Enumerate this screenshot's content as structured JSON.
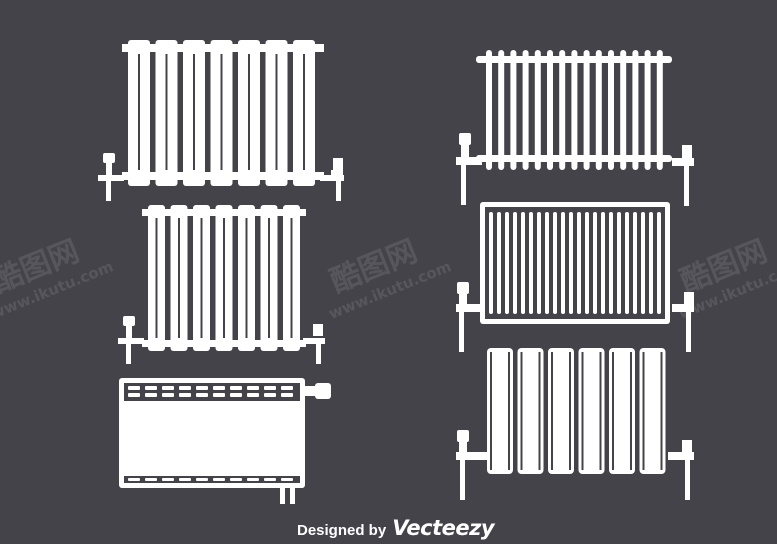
{
  "watermark": {
    "brand": "酷图网",
    "url": "www.ikutu.com"
  },
  "credit": {
    "prefix": "Designed by",
    "brand": "Vecteezy"
  },
  "colors": {
    "background": "#45434a",
    "artwork": "#ffffff"
  },
  "illustrations": [
    "radiator-tall-sections",
    "radiator-medium-sections",
    "radiator-panel-convector",
    "radiator-column-pipes",
    "radiator-grille-panel",
    "radiator-wide-sections"
  ]
}
